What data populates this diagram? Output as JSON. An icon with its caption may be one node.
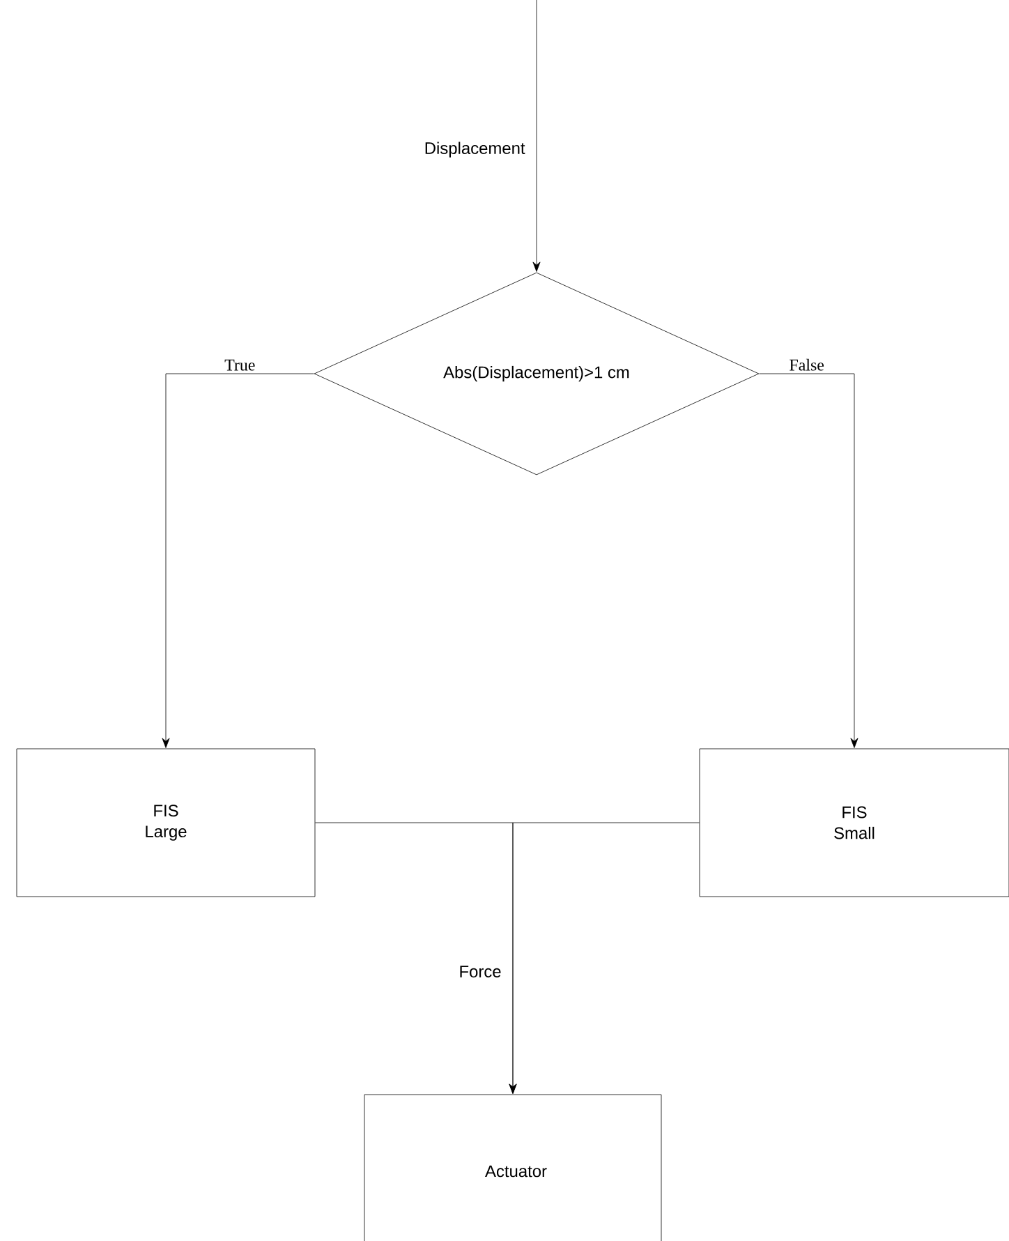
{
  "diagram": {
    "nodes": [
      {
        "text": [
          "Abs(Displacement)>1 cm"
        ]
      },
      {
        "text": [
          "FIS Large"
        ]
      },
      {
        "text": [
          "FIS Small"
        ]
      },
      {
        "text": [
          "Actuator"
        ]
      }
    ],
    "edges": [
      {
        "from": null,
        "to": 0,
        "arrow": "to",
        "label": "Displacement"
      },
      {
        "from": 0,
        "to": 1,
        "arrow": "to",
        "label": "True"
      },
      {
        "from": 0,
        "to": 2,
        "arrow": "to",
        "label": "False"
      },
      {
        "from": 1,
        "to": 3,
        "arrow": "to",
        "label": "Force"
      },
      {
        "from": 2,
        "to": 3,
        "arrow": "to"
      }
    ]
  }
}
